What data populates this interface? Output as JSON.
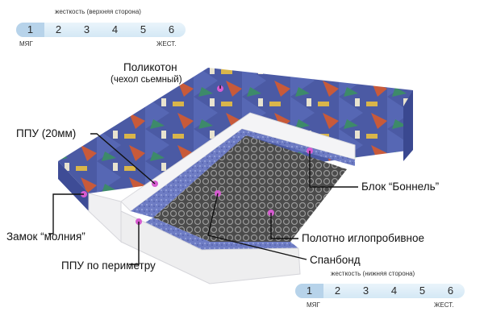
{
  "top_scale": {
    "caption": "жесткость (верхняя сторона)",
    "values": [
      "1",
      "2",
      "3",
      "4",
      "5",
      "6"
    ],
    "active": "1",
    "left_label": "МЯГ",
    "right_label": "ЖЕСТ."
  },
  "bottom_scale": {
    "caption": "жесткость (нижняя сторона)",
    "values": [
      "1",
      "2",
      "3",
      "4",
      "5",
      "6"
    ],
    "active": "1",
    "left_label": "МЯГ",
    "right_label": "ЖЕСТ."
  },
  "labels": {
    "polikoton": "Поликотон",
    "polikoton_note": "(чехол сьемный)",
    "ppu_20": "ППУ (20мм)",
    "bonnel": "Блок “Боннель”",
    "zipper": "Замок “молния”",
    "needle": "Полотно иглопробивное",
    "spunbond": "Спанбонд",
    "ppu_perimeter": "ППУ по периметру"
  },
  "colors": {
    "cover": "#4a5aa6",
    "marker": "#d65bd0",
    "scale_active": "#b7d3ea"
  }
}
